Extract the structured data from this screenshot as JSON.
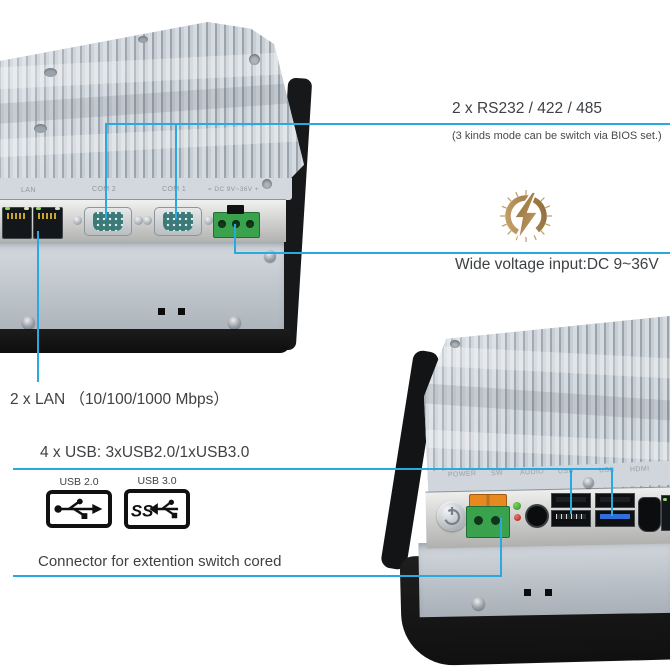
{
  "colors": {
    "background": "#ffffff",
    "callout_line": "#29a9e1",
    "annotation_text": "#3e4144",
    "lightning_gold": "#ab8349",
    "usb3_port_blue": "#2e6fd9",
    "terminal_green": "#3aa14d",
    "terminal_orange": "#e8891f"
  },
  "icons": {
    "lightning": "lightning-icon",
    "usb2": "usb2-trident-icon",
    "usb3": "usb3-ss-trident-icon",
    "power": "power-button-icon"
  },
  "annotations": {
    "serial": {
      "title": "2 x RS232 / 422 / 485",
      "subtitle": "(3 kinds mode can be switch via BIOS set.)"
    },
    "voltage": {
      "label": "Wide voltage input:DC 9~36V"
    },
    "lan": {
      "label": "2 x LAN （10/100/1000 Mbps）"
    },
    "usb": {
      "label": "4 x USB: 3xUSB2.0/1xUSB3.0",
      "usb2_badge": "USB 2.0",
      "usb3_badge": "USB 3.0",
      "usb3_ss": "SS"
    },
    "extension": {
      "label": "Connector for extention switch cored"
    }
  },
  "rear_panel": {
    "port_labels": [
      "LAN",
      "COM 2",
      "COM 1",
      "= DC 9V~36V +"
    ]
  },
  "bottom_panel": {
    "port_labels": [
      "POWER",
      "SW",
      "AUDIO",
      "USB",
      "USB",
      "HDMI"
    ]
  }
}
